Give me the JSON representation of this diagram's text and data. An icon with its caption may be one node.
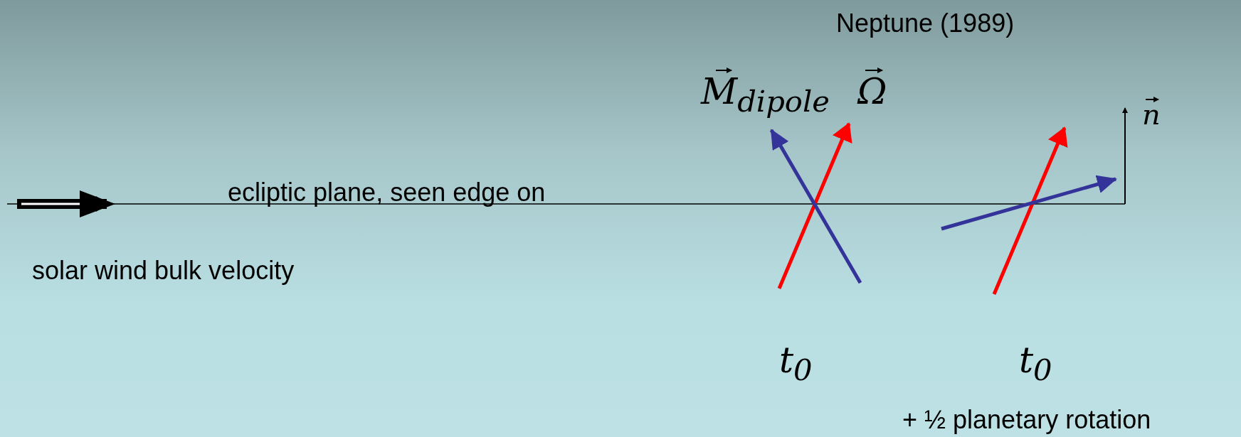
{
  "diagram": {
    "title": "Neptune (1989)",
    "labels": [
      "ecliptic plane, seen edge on",
      "solar wind bulk velocity",
      "M$_{dipole}$",
      "Ω",
      "n",
      "t$_{0}$",
      "t$_{0}$",
      "+ ½ planetary rotation"
    ]
  }
}
